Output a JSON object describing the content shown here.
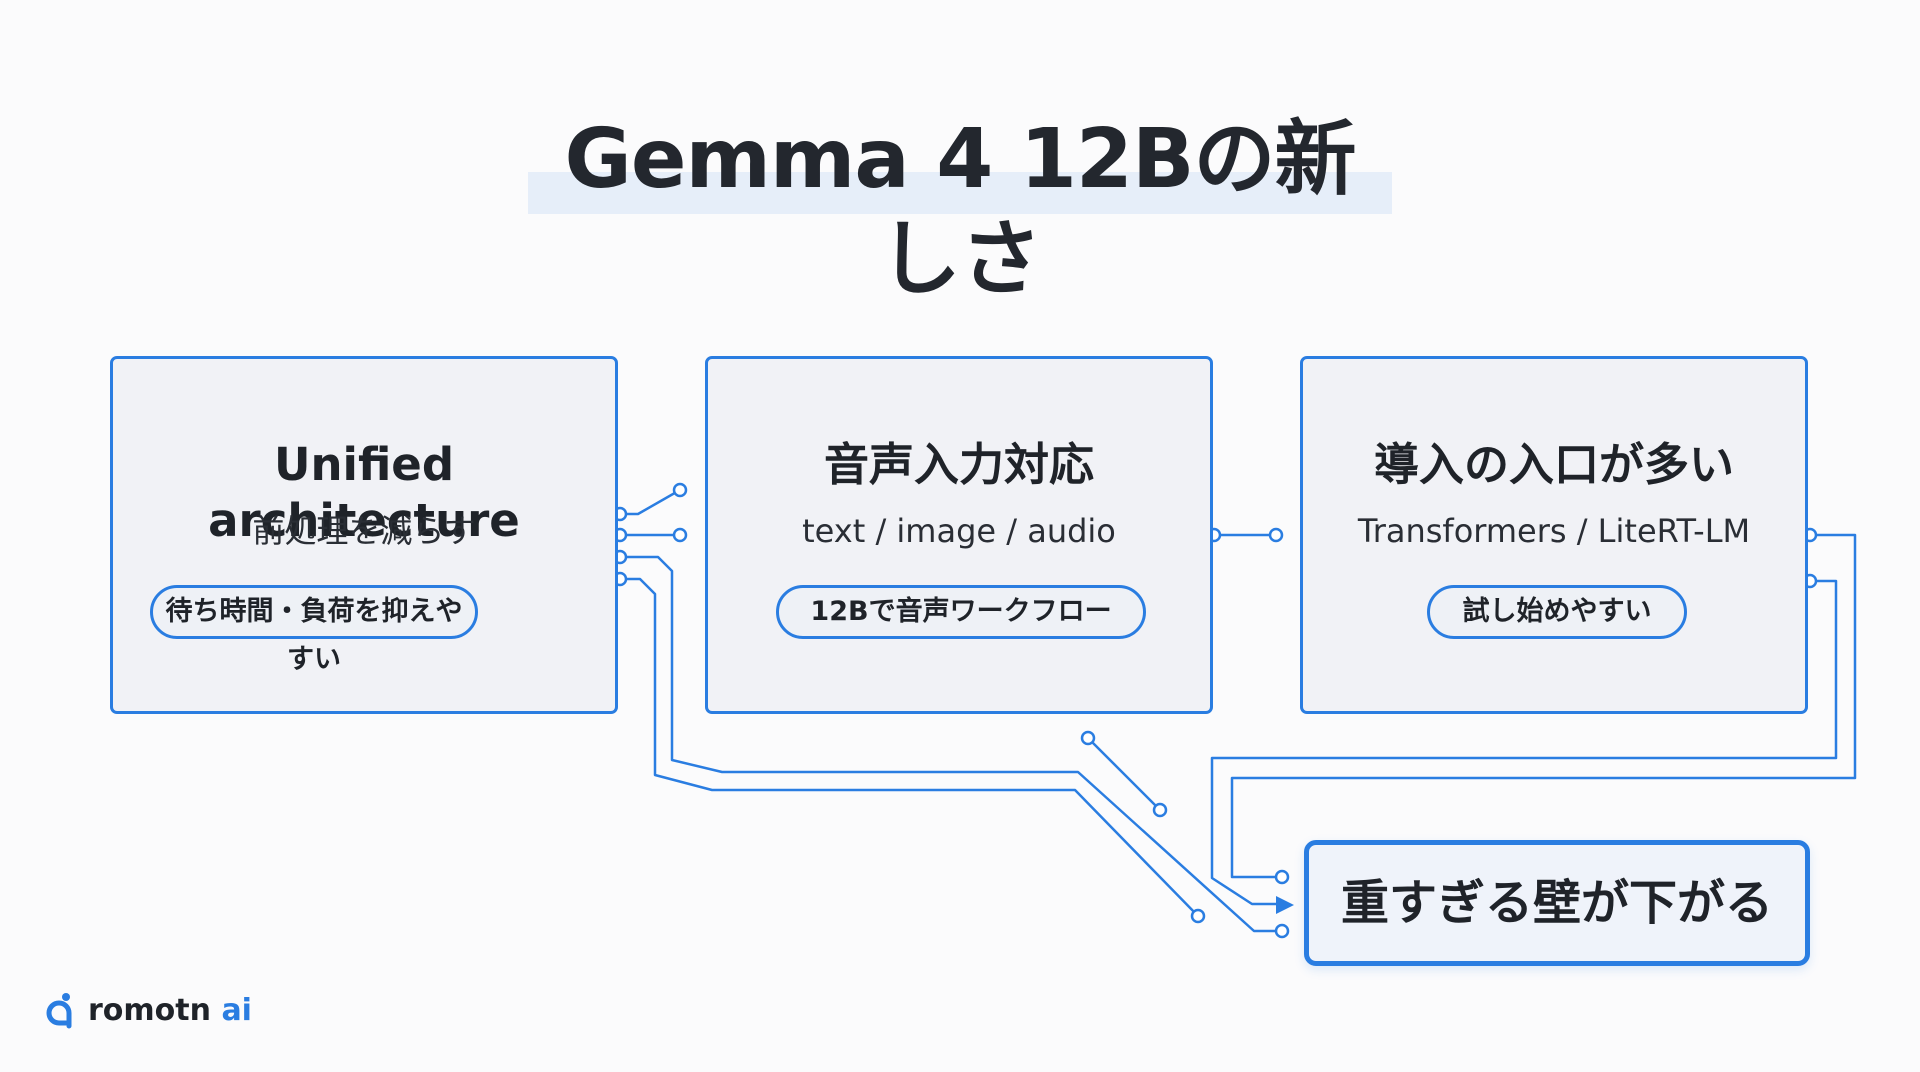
{
  "title": "Gemma 4 12Bの新しさ",
  "cards": [
    {
      "title": "Unified architecture",
      "subtitle": "前処理を減らす",
      "pill": "待ち時間・負荷を抑えやすい"
    },
    {
      "title": "音声入力対応",
      "subtitle": "text / image / audio",
      "pill": "12Bで音声ワークフロー"
    },
    {
      "title": "導入の入口が多い",
      "subtitle": "Transformers / LiteRT-LM",
      "pill": "試し始めやすい"
    }
  ],
  "result": {
    "label": "重すぎる壁が下がる"
  },
  "logo": {
    "text_main": "romotn",
    "text_accent": "ai"
  },
  "colors": {
    "accent": "#2a7de1",
    "card_bg": "#f1f2f6",
    "title_highlight": "#e6eef9",
    "background": "#fbfbfc"
  }
}
